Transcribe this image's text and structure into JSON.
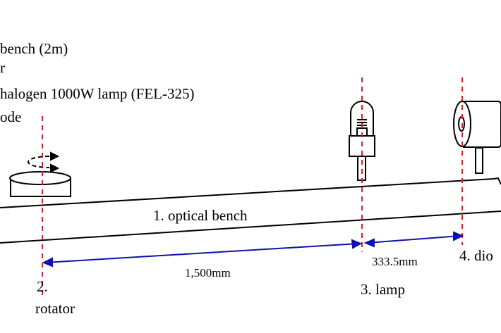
{
  "legend": {
    "line1": "bench (2m)",
    "line2": "r",
    "line3": "halogen 1000W lamp (FEL-325)",
    "line4": "ode"
  },
  "labels": {
    "bench": "1. optical bench",
    "rotator_num": "2.",
    "rotator": "rotator",
    "lamp": "3. lamp",
    "diode": "4. dio"
  },
  "dimensions": {
    "rotator_to_lamp": "1,500mm",
    "lamp_to_diode": "333.5mm"
  },
  "colors": {
    "axis": "#cc2233",
    "dimension": "#1010b0"
  }
}
